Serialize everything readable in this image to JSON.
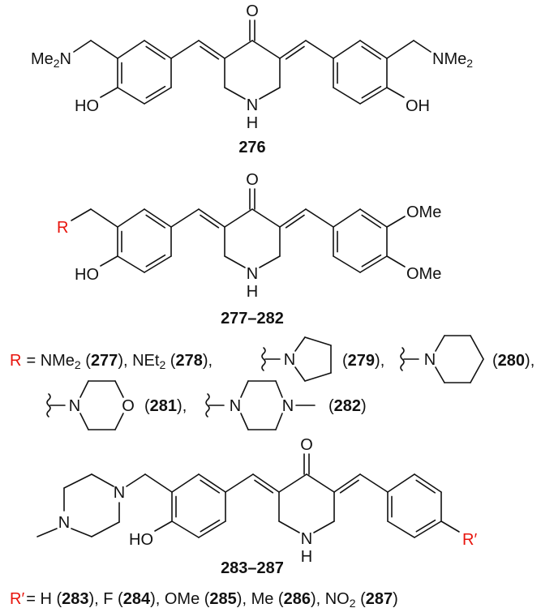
{
  "compounds": {
    "c276": {
      "label": "276",
      "O": "O",
      "N": "N",
      "H": "H",
      "left_amine": {
        "a": "Me",
        "sub": "2",
        "b": "N"
      },
      "right_amine": {
        "a": "NMe",
        "sub": "2"
      },
      "left_oh": "HO",
      "right_oh": "OH"
    },
    "c277": {
      "label": "277–282",
      "O": "O",
      "N": "N",
      "H": "H",
      "R": "R",
      "left_oh": "HO",
      "ome1": "OMe",
      "ome2": "OMe"
    },
    "c283": {
      "label": "283–287",
      "O": "O",
      "N": "N",
      "H": "H",
      "pip_N1": "N",
      "pip_N2": "N",
      "left_oh": "HO",
      "Rp": "R′"
    }
  },
  "r_list": {
    "R": "R",
    "t1": "= NMe",
    "s1": "2",
    "t2": " (",
    "n277": "277",
    "t3": "), NEt",
    "s2": "2",
    "t4": " (",
    "n278": "278",
    "t5": "),",
    "pyrrolidine_N": "N",
    "p279_open": "(",
    "n279": "279",
    "p279_close": "),",
    "piperidine_N": "N",
    "p280_open": "(",
    "n280": "280",
    "p280_close": "),",
    "morpholine_N": "N",
    "morpholine_O": "O",
    "p281_open": "(",
    "n281": "281",
    "p281_close": "),",
    "piperazine_N1": "N",
    "piperazine_N2": "N",
    "p282_open": "(",
    "n282": "282",
    "p282_close": ")"
  },
  "rp_list": {
    "Rp": "R′",
    "t1": "= H (",
    "n283": "283",
    "t2": "), F (",
    "n284": "284",
    "t3": "), OMe (",
    "n285": "285",
    "t4": "), Me (",
    "n286": "286",
    "t5": "), NO",
    "s1": "2",
    "t6": " (",
    "n287": "287",
    "t7": ")"
  },
  "colors": {
    "highlight": "#e8140c",
    "ink": "#111111"
  }
}
